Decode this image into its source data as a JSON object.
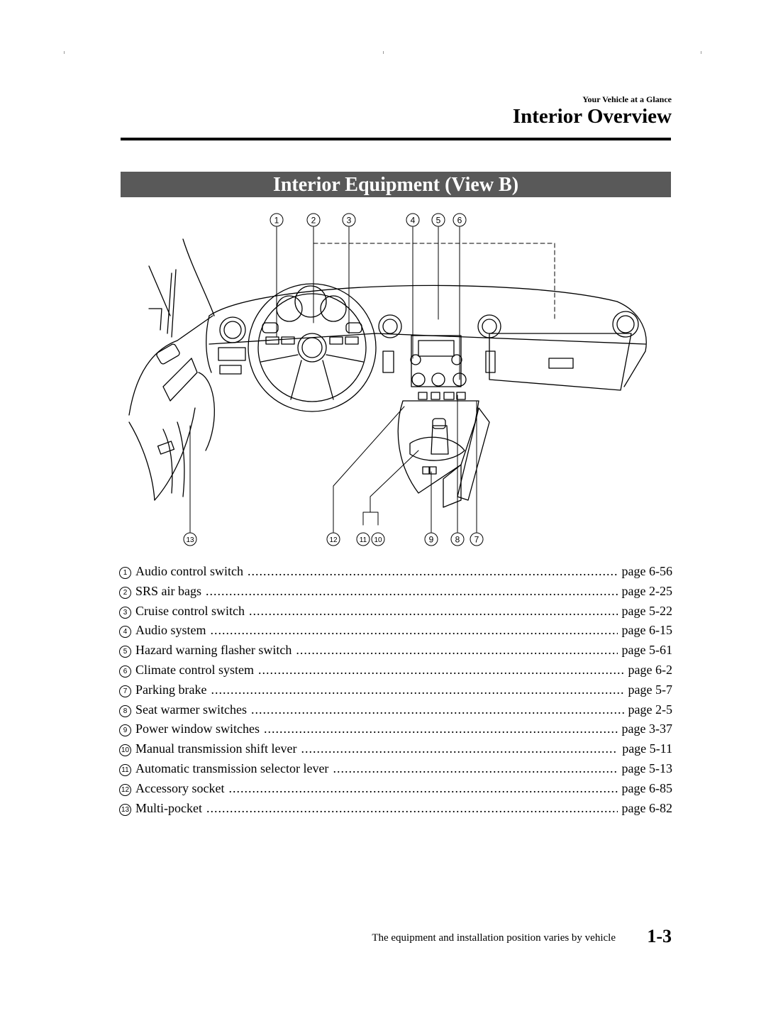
{
  "header": {
    "section": "Your Vehicle at a Glance",
    "title": "Interior Overview"
  },
  "banner": "Interior Equipment (View B)",
  "callouts": {
    "top": [
      "1",
      "2",
      "3",
      "4",
      "5",
      "6"
    ],
    "bottom": [
      "13",
      "12",
      "11",
      "10",
      "9",
      "8",
      "7"
    ]
  },
  "legend": [
    {
      "num": "1",
      "label": "Audio control switch",
      "page": "page 6-56"
    },
    {
      "num": "2",
      "label": "SRS air bags",
      "page": "page 2-25"
    },
    {
      "num": "3",
      "label": "Cruise control switch",
      "page": "page 5-22"
    },
    {
      "num": "4",
      "label": "Audio system",
      "page": "page 6-15"
    },
    {
      "num": "5",
      "label": "Hazard warning flasher switch",
      "page": "page 5-61"
    },
    {
      "num": "6",
      "label": "Climate control system",
      "page": "page 6-2"
    },
    {
      "num": "7",
      "label": "Parking brake",
      "page": "page 5-7"
    },
    {
      "num": "8",
      "label": "Seat warmer switches",
      "page": "page 2-5"
    },
    {
      "num": "9",
      "label": "Power window switches",
      "page": "page 3-37"
    },
    {
      "num": "10",
      "label": "Manual transmission shift lever",
      "page": "page 5-11"
    },
    {
      "num": "11",
      "label": "Automatic transmission selector lever",
      "page": "page 5-13"
    },
    {
      "num": "12",
      "label": "Accessory socket",
      "page": "page 6-85"
    },
    {
      "num": "13",
      "label": "Multi-pocket",
      "page": "page 6-82"
    }
  ],
  "footer": {
    "note": "The equipment and installation position varies by vehicle",
    "page_number": "1-3"
  }
}
